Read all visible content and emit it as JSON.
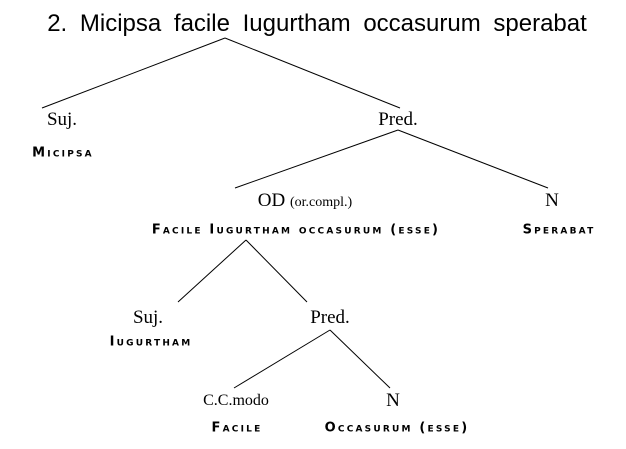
{
  "title": "2. Micipsa facile Iugurtham occasurum sperabat",
  "nodes": {
    "suj1": "Suj.",
    "suj1_word": "Micipsa",
    "pred1": "Pred.",
    "od": "OD",
    "od_note": "(or.compl.)",
    "od_word": "Facile Iugurtham occasurum (esse)",
    "n1": "N",
    "n1_word": "Sperabat",
    "suj2": "Suj.",
    "suj2_word": "Iugurtham",
    "pred2": "Pred.",
    "ccmodo": "C.C.modo",
    "ccmodo_word": "Facile",
    "n2": "N",
    "n2_word": "Occasurum (esse)"
  }
}
